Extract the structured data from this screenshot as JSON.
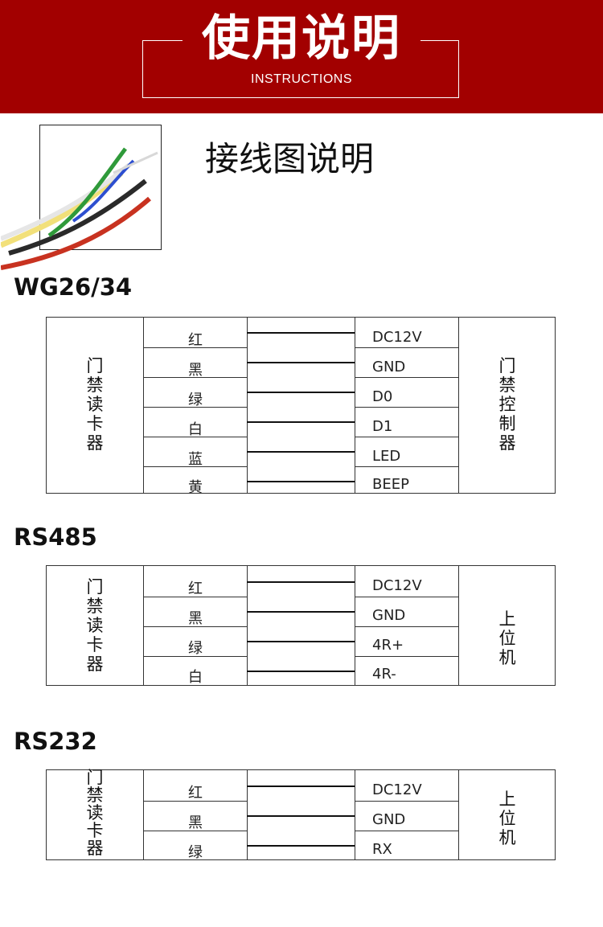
{
  "banner": {
    "title": "使用说明",
    "subtitle": "INSTRUCTIONS"
  },
  "wiring": {
    "title": "接线图说明"
  },
  "sections": [
    {
      "heading": "WG26/34",
      "left_label": "门禁读卡器",
      "right_label": "门禁控制器",
      "rows": [
        {
          "color": "红",
          "signal": "DC12V"
        },
        {
          "color": "黑",
          "signal": "GND"
        },
        {
          "color": "绿",
          "signal": "D0"
        },
        {
          "color": "白",
          "signal": "D1"
        },
        {
          "color": "蓝",
          "signal": "LED"
        },
        {
          "color": "黄",
          "signal": "BEEP"
        }
      ]
    },
    {
      "heading": "RS485",
      "left_label": "门禁读卡器",
      "right_label": "上位机",
      "rows": [
        {
          "color": "红",
          "signal": "DC12V"
        },
        {
          "color": "黑",
          "signal": "GND"
        },
        {
          "color": "绿",
          "signal": "4R+"
        },
        {
          "color": "白",
          "signal": "4R-"
        }
      ]
    },
    {
      "heading": "RS232",
      "left_label": "门禁读卡器",
      "right_label": "上位机",
      "rows": [
        {
          "color": "红",
          "signal": "DC12V"
        },
        {
          "color": "黑",
          "signal": "GND"
        },
        {
          "color": "绿",
          "signal": "RX"
        }
      ]
    }
  ],
  "colors": {
    "banner": "#a20000",
    "text": "#111111",
    "border": "#333333"
  }
}
